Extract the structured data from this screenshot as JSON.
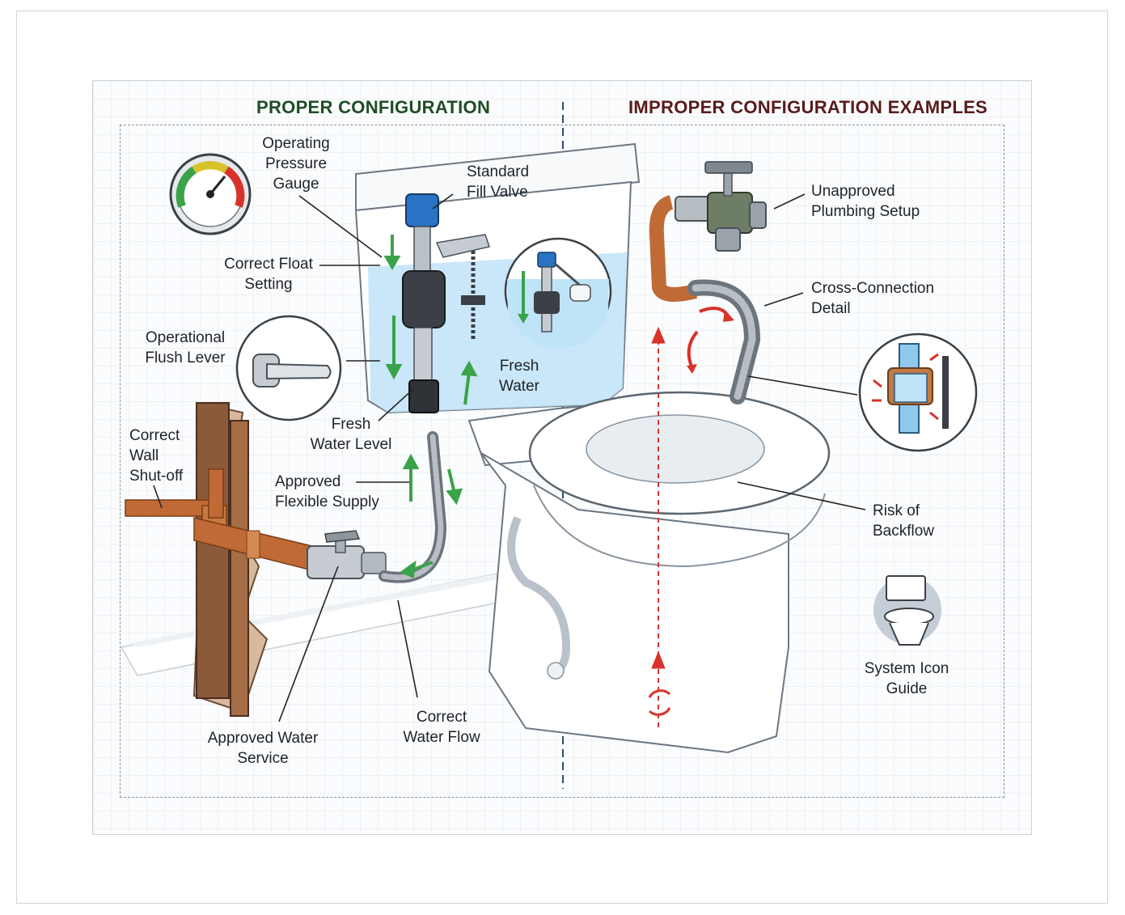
{
  "titles": {
    "proper": "PROPER CONFIGURATION",
    "improper": "IMPROPER CONFIGURATION EXAMPLES"
  },
  "labels": {
    "operating_pressure_gauge": [
      "Operating",
      "Pressure",
      "Gauge"
    ],
    "standard_fill_valve": [
      "Standard",
      "Fill Valve"
    ],
    "correct_float_setting": [
      "Correct Float",
      "Setting"
    ],
    "operational_flush_lever": [
      "Operational",
      "Flush Lever"
    ],
    "fresh_water": [
      "Fresh",
      "Water"
    ],
    "fresh_water_level": [
      "Fresh",
      "Water Level"
    ],
    "correct_wall_shutoff": [
      "Correct",
      "Wall",
      "Shut-off"
    ],
    "approved_flexible_supply": [
      "Approved",
      "Flexible Supply"
    ],
    "approved_water_service": [
      "Approved Water",
      "Service"
    ],
    "correct_water_flow": [
      "Correct",
      "Water Flow"
    ],
    "unapproved_plumbing_setup": [
      "Unapproved",
      "Plumbing Setup"
    ],
    "cross_connection_detail": [
      "Cross-Connection",
      "Detail"
    ],
    "risk_of_backflow": [
      "Risk of",
      "Backflow"
    ],
    "system_icon_guide": [
      "System Icon",
      "Guide"
    ]
  },
  "colors": {
    "proper_title": "#1f4d25",
    "improper_title": "#5a1a1a",
    "water": "#bfe3f7",
    "copper": "#c06a35",
    "wood": "#8a5a3a",
    "flow_green": "#3aa34a",
    "flow_red": "#d8322a",
    "valve_blue": "#2a73c4"
  }
}
